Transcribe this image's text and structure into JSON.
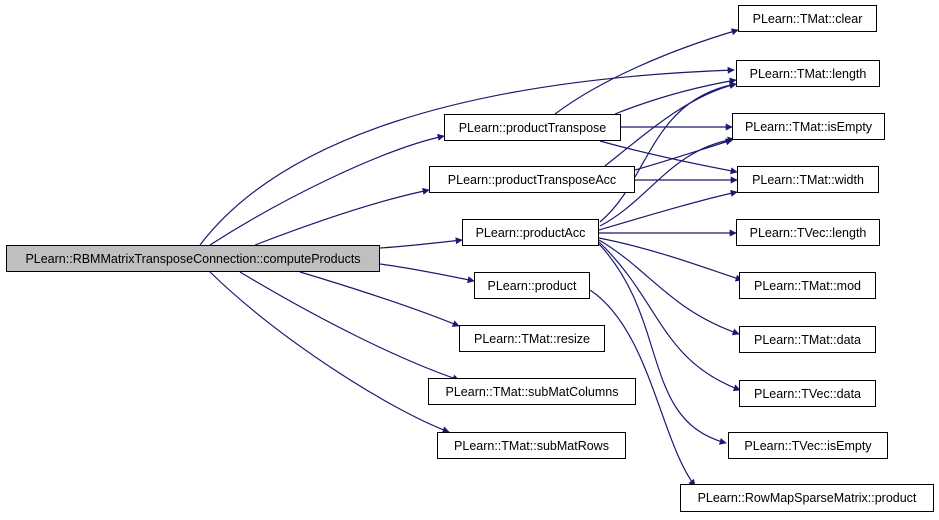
{
  "graph": {
    "edge_color": "#191970",
    "root_fill": "#bfbfbf",
    "nodes": {
      "root": "PLearn::RBMMatrixTransposeConnection::computeProducts",
      "productTranspose": "PLearn::productTranspose",
      "productTransposeAcc": "PLearn::productTransposeAcc",
      "productAcc": "PLearn::productAcc",
      "product": "PLearn::product",
      "tmatResize": "PLearn::TMat::resize",
      "tmatSubMatColumns": "PLearn::TMat::subMatColumns",
      "tmatSubMatRows": "PLearn::TMat::subMatRows",
      "tmatClear": "PLearn::TMat::clear",
      "tmatLength": "PLearn::TMat::length",
      "tmatIsEmpty": "PLearn::TMat::isEmpty",
      "tmatWidth": "PLearn::TMat::width",
      "tvecLength": "PLearn::TVec::length",
      "tmatMod": "PLearn::TMat::mod",
      "tmatData": "PLearn::TMat::data",
      "tvecData": "PLearn::TVec::data",
      "tvecIsEmpty": "PLearn::TVec::isEmpty",
      "rowMapProduct": "PLearn::RowMapSparseMatrix::product"
    }
  }
}
